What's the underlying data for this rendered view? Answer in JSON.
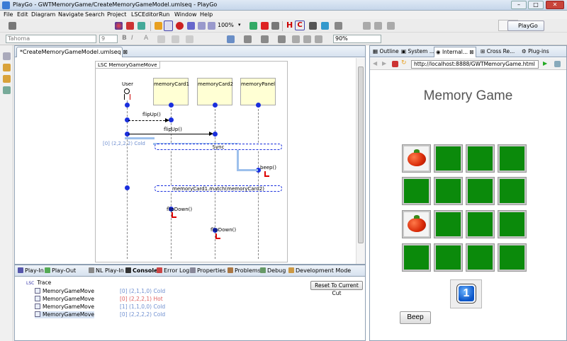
{
  "window": {
    "title": "PlayGo - GWTMemoryGame/CreateMemoryGameModel.umlseq - PlayGo",
    "min": "–",
    "max": "□",
    "close": "✕"
  },
  "menus": [
    "File",
    "Edit",
    "Diagram",
    "Navigate",
    "Search",
    "Project",
    "LSCEditor",
    "Run",
    "Window",
    "Help"
  ],
  "toolbar": {
    "zoom": "100%",
    "perspective": "PlayGo",
    "font": "Tahoma",
    "font_size": "9",
    "zoom2": "90%",
    "bold": "B",
    "italic": "I",
    "text_a": "A"
  },
  "editor": {
    "tab": "*CreateMemoryGameModel.umlseq",
    "frame_label": "LSC MemoryGameMove",
    "lifelines": [
      "User",
      "memoryCard1",
      "memoryCard2",
      "memoryPanel"
    ],
    "messages": [
      "flipUp()",
      "flipUp()",
      "flipDown()",
      "flipDown()",
      "beep()"
    ],
    "sync": "Sync",
    "condition": "memoryCard1.match(memoryCard2)",
    "cut": "[0] (2,2,2,2) Cold"
  },
  "console": {
    "tabs": [
      "Play-In",
      "Play-Out",
      "NL Play-In",
      "Console",
      "Error Log",
      "Properties",
      "Problems",
      "Debug",
      "Development Mode"
    ],
    "trace_label": "Trace",
    "reset": "Reset To Current Cut",
    "rows": [
      {
        "name": "MemoryGameMove",
        "cut": "[0] (2,1,1,0) Cold"
      },
      {
        "name": "MemoryGameMove",
        "cut": "[0] (2,2,2,1) Hot"
      },
      {
        "name": "MemoryGameMove",
        "cut": "[1] (1,1,0,0) Cold"
      },
      {
        "name": "MemoryGameMove",
        "cut": "[0] (2,2,2,2) Cold"
      }
    ]
  },
  "right": {
    "tabs": [
      "Outline",
      "System ...",
      "Internal...",
      "Cross Re...",
      "Plug-ins"
    ],
    "url": "http://localhost:8888/GWTMemoryGame.html",
    "game_title": "Memory Game",
    "level": "1",
    "beep": "Beep"
  },
  "colors": {
    "card_green": "#0b8a0b",
    "lifeline_dot": "#1a2fdd",
    "hot": "#e06060",
    "cold": "#6f8fd0"
  }
}
